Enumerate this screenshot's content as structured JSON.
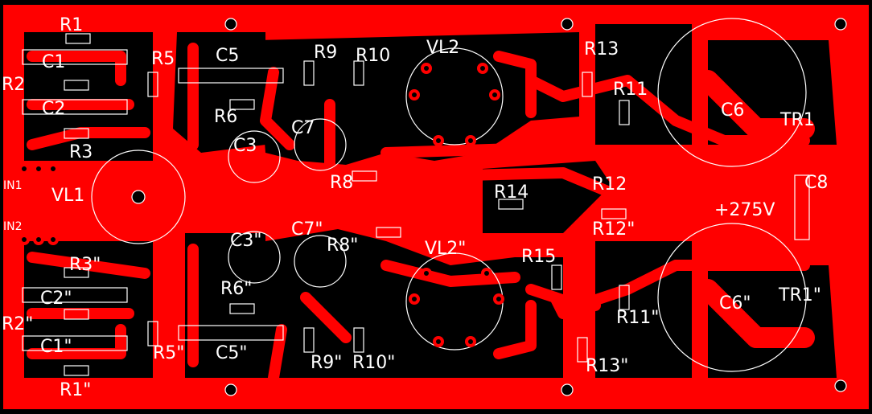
{
  "board": {
    "colors": {
      "copper": "#ff0000",
      "substrate": "#000000",
      "silkscreen": "#ffffff"
    }
  },
  "labels": {
    "r1": "R1",
    "c1": "C1",
    "r2": "R2",
    "c2": "C2",
    "r3": "R3",
    "in1": "IN1",
    "vl1": "VL1",
    "in2": "IN2",
    "r3b": "R3\"",
    "c2b": "C2\"",
    "r2b": "R2\"",
    "c1b": "C1\"",
    "r1b": "R1\"",
    "r5": "R5",
    "c5": "C5",
    "r6": "R6",
    "c3": "C3",
    "c7": "C7",
    "r9": "R9",
    "r10": "R10",
    "vl2": "VL2",
    "r8": "R8",
    "c3b": "C3\"",
    "c7b": "C7\"",
    "r8b": "R8\"",
    "r6b": "R6\"",
    "r5b": "R5\"",
    "c5b": "C5\"",
    "r9b": "R9\"",
    "r10b": "R10\"",
    "vl2b": "VL2\"",
    "r14": "R14",
    "r15": "R15",
    "r13": "R13",
    "r11": "R11",
    "r12": "R12",
    "r12b": "R12\"",
    "r11b": "R11\"",
    "r13b": "R13\"",
    "c6": "C6",
    "tr1": "TR1",
    "c8": "C8",
    "hv": "+275V",
    "c6b": "C6\"",
    "tr1b": "TR1\""
  }
}
